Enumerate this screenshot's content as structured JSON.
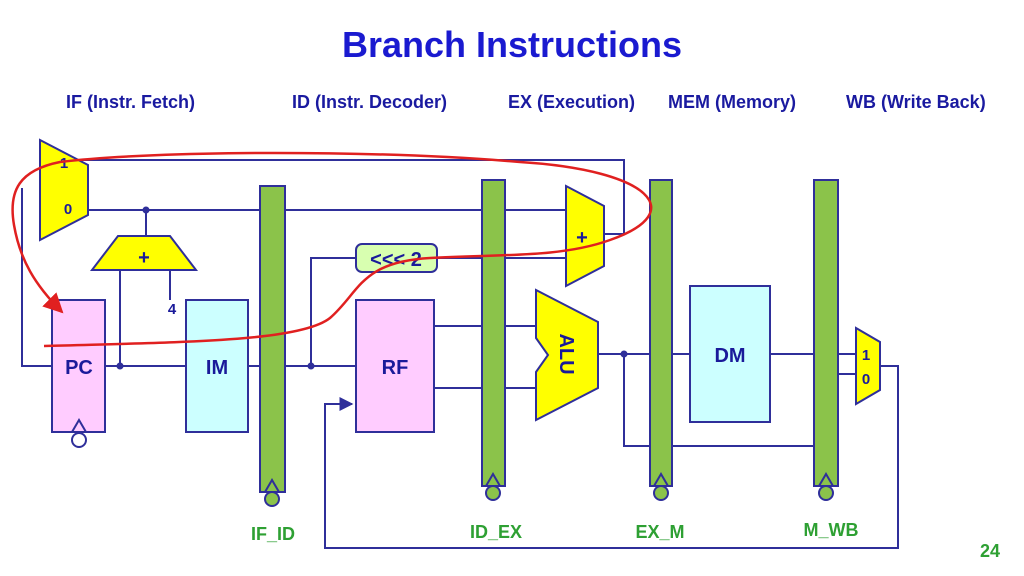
{
  "title": "Branch Instructions",
  "stages": [
    "IF (Instr. Fetch)",
    "ID (Instr. Decoder)",
    "EX (Execution)",
    "MEM (Memory)",
    "WB (Write Back)"
  ],
  "blocks": {
    "pc": "PC",
    "im": "IM",
    "rf": "RF",
    "alu": "ALU",
    "dm": "DM",
    "adder_sign": "+",
    "shift": "<<< 2",
    "const_four": "4"
  },
  "mux_fetch": {
    "top": "1",
    "bottom": "0"
  },
  "mux_wb": {
    "top": "1",
    "bottom": "0"
  },
  "registers": [
    "IF_ID",
    "ID_EX",
    "EX_M",
    "M_WB"
  ],
  "page_number": "24",
  "colors": {
    "title": "#1a1ad0",
    "wire": "#2f2f9a",
    "register": "#8bc34a",
    "yellow": "#ffff00",
    "pink": "#ffccff",
    "cyan": "#ccffff",
    "shift_fill": "#d8ffb0",
    "highlight_path": "#e02020"
  }
}
